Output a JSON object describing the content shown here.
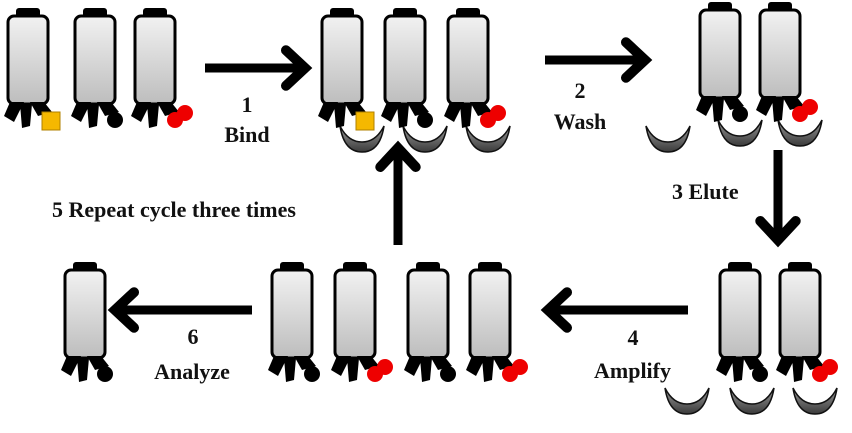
{
  "diagram": {
    "title": "Phage display biopanning cycle",
    "colors": {
      "body_top": "#f2f2f2",
      "body_bottom": "#bdbdbd",
      "outline": "#000000",
      "ligand_square": "#f5b800",
      "ligand_circle": "#000000",
      "ligand_double": "#ee0000",
      "bowl_dark": "#3a3a3a",
      "bowl_light": "#9a9a9a"
    },
    "steps": [
      {
        "number": "1",
        "label": "Bind"
      },
      {
        "number": "2",
        "label": "Wash"
      },
      {
        "number": "3",
        "label": "Elute"
      },
      {
        "number": "4",
        "label": "Amplify"
      },
      {
        "number": "5",
        "label": "Repeat cycle three times"
      },
      {
        "number": "6",
        "label": "Analyze"
      }
    ],
    "stages": [
      {
        "name": "library",
        "phages": [
          "square",
          "circle",
          "double"
        ],
        "bound": false
      },
      {
        "name": "binding",
        "phages": [
          "square",
          "circle",
          "double"
        ],
        "bound": true
      },
      {
        "name": "washed",
        "phages": [
          "circle",
          "double"
        ],
        "bound": true,
        "empty_wells": 1
      },
      {
        "name": "eluted",
        "phages": [
          "circle",
          "double"
        ],
        "bound": false,
        "empty_wells": 3
      },
      {
        "name": "amplified",
        "phages": [
          "circle",
          "double",
          "circle",
          "double"
        ],
        "bound": false
      },
      {
        "name": "analyzed",
        "phages": [
          "circle"
        ],
        "bound": false
      }
    ]
  }
}
